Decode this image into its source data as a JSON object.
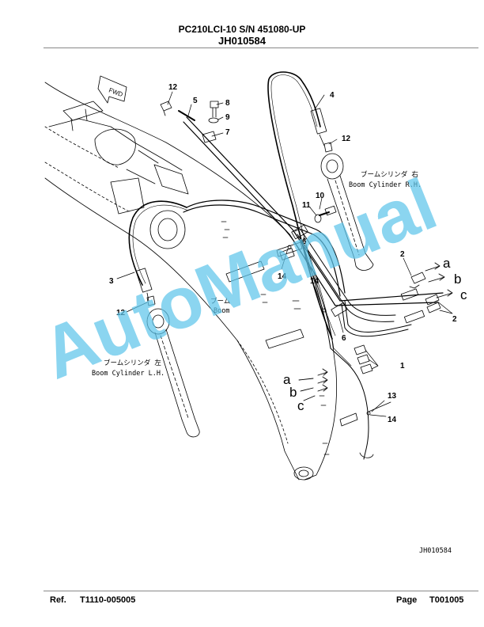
{
  "header": {
    "model_line": "PC210LCI-10 S/N 451080-UP",
    "code": "JH010584"
  },
  "footer": {
    "ref_label": "Ref.",
    "ref_value": "T1110-005005",
    "page_label": "Page",
    "page_value": "T001005"
  },
  "diagram": {
    "fwd": "FWD",
    "boom_jp": "ブーム",
    "boom": "Boom",
    "cyl_rh_jp": "ブームシリンダ 右",
    "cyl_rh": "Boom Cylinder R.H.",
    "cyl_lh_jp": "ブームシリンダ 左",
    "cyl_lh": "Boom Cylinder L.H.",
    "drawing_no": "JH010584",
    "callouts": {
      "c1": "1",
      "c2a": "2",
      "c2b": "2",
      "c3": "3",
      "c4": "4",
      "c5": "5",
      "c6a": "6",
      "c6b": "6",
      "c7": "7",
      "c8": "8",
      "c9": "9",
      "c10": "10",
      "c11": "11",
      "c12a": "12",
      "c12b": "12",
      "c12c": "12",
      "c13": "13",
      "c14a": "14",
      "c14b": "14",
      "c14c": "14"
    },
    "letters": {
      "a_right": "a",
      "b_right": "b",
      "c_right": "c",
      "a_left": "a",
      "b_left": "b",
      "c_left": "c"
    }
  },
  "watermark": "AutoManual"
}
